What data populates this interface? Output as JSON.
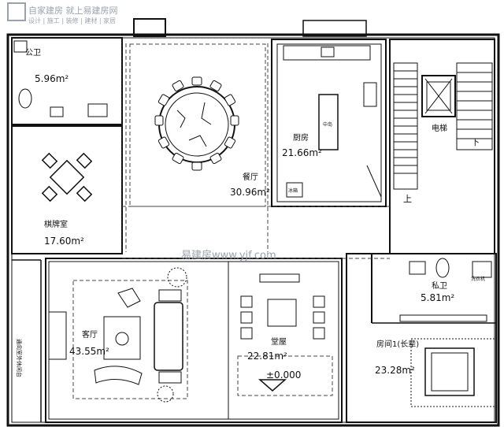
{
  "watermark": {
    "line1": "自家建房 就上易建房网",
    "line2": "设计 | 施工 | 装修 | 建材 | 家居",
    "center": "易建房www.yjf.com"
  },
  "rooms": [
    {
      "id": "bath-public",
      "name": "公卫",
      "area": "5.96m²"
    },
    {
      "id": "chess-room",
      "name": "棋牌室",
      "area": "17.60m²"
    },
    {
      "id": "dining",
      "name": "餐厅",
      "area": "30.96m²"
    },
    {
      "id": "kitchen",
      "name": "厨房",
      "area": "21.66m²"
    },
    {
      "id": "living",
      "name": "客厅",
      "area": "43.55m²"
    },
    {
      "id": "hall",
      "name": "堂屋",
      "area": "22.81m²"
    },
    {
      "id": "bath-private",
      "name": "私卫",
      "area": "5.81m²"
    },
    {
      "id": "bedroom",
      "name": "房间1(长辈)",
      "area": "23.28m²"
    }
  ],
  "labels": {
    "elevator": "电梯",
    "stairs_up": "上",
    "stairs_down": "下",
    "elevation": "±0.000",
    "island": "中岛",
    "fridge": "冰箱",
    "laundry": "洗衣机",
    "left_wall": "通向室外休闲台"
  }
}
